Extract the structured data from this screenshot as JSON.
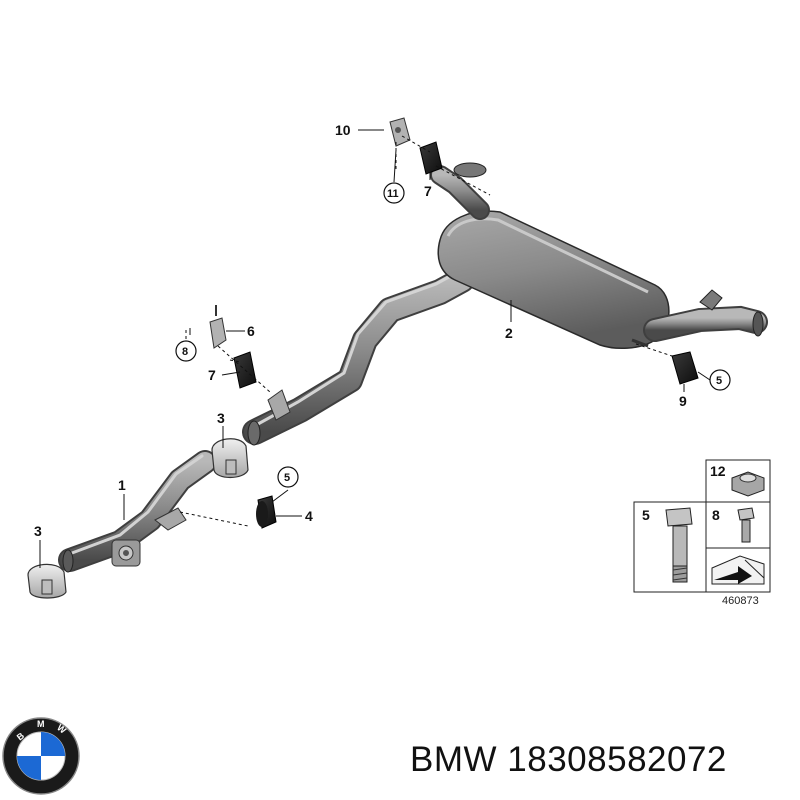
{
  "callouts": {
    "c1": "1",
    "c2": "2",
    "c3a": "3",
    "c3b": "3",
    "c4": "4",
    "c5a": "5",
    "c5b": "5",
    "c5c": "5",
    "c6": "6",
    "c7a": "7",
    "c7b": "7",
    "c8a": "8",
    "c8b": "8",
    "c9": "9",
    "c10": "10",
    "c11": "11",
    "c12": "12"
  },
  "reference_number": "460873",
  "caption": {
    "brand": "BMW",
    "part_number": "18308582072"
  },
  "logo": {
    "letters": "BMW",
    "colors": {
      "blue": "#1c69d4",
      "white": "#ffffff",
      "ring": "#1a1a1a"
    }
  }
}
